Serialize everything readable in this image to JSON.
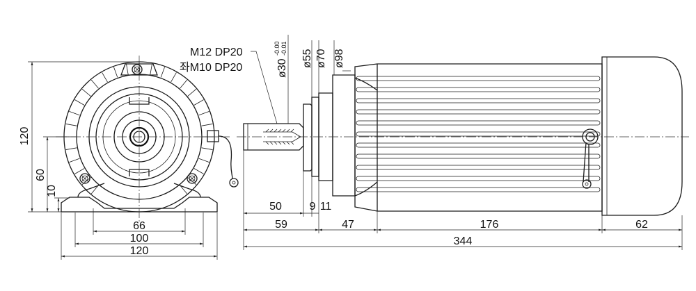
{
  "front_view": {
    "height_overall": "120",
    "shaft_height": "60",
    "foot_height": "10",
    "hole_spacing": "66",
    "foot_span": "100",
    "base_width": "120"
  },
  "side_view": {
    "thread_callout_1": "M12 DP20",
    "thread_callout_2": "좌M10 DP20",
    "shaft_diameter": "ø30",
    "shaft_tol_upper": "-0.00",
    "shaft_tol_lower": "-0.01",
    "flange_diameter_1": "ø55",
    "flange_diameter_2": "ø70",
    "body_diameter": "ø98",
    "shaft_length": "50",
    "collar_1": "9",
    "collar_2": "11",
    "shaft_section": "59",
    "flange_section": "47",
    "body_length": "176",
    "cover_length": "62",
    "overall_length": "344"
  },
  "icons": [
    "screw-icon",
    "ground-lug-icon"
  ]
}
